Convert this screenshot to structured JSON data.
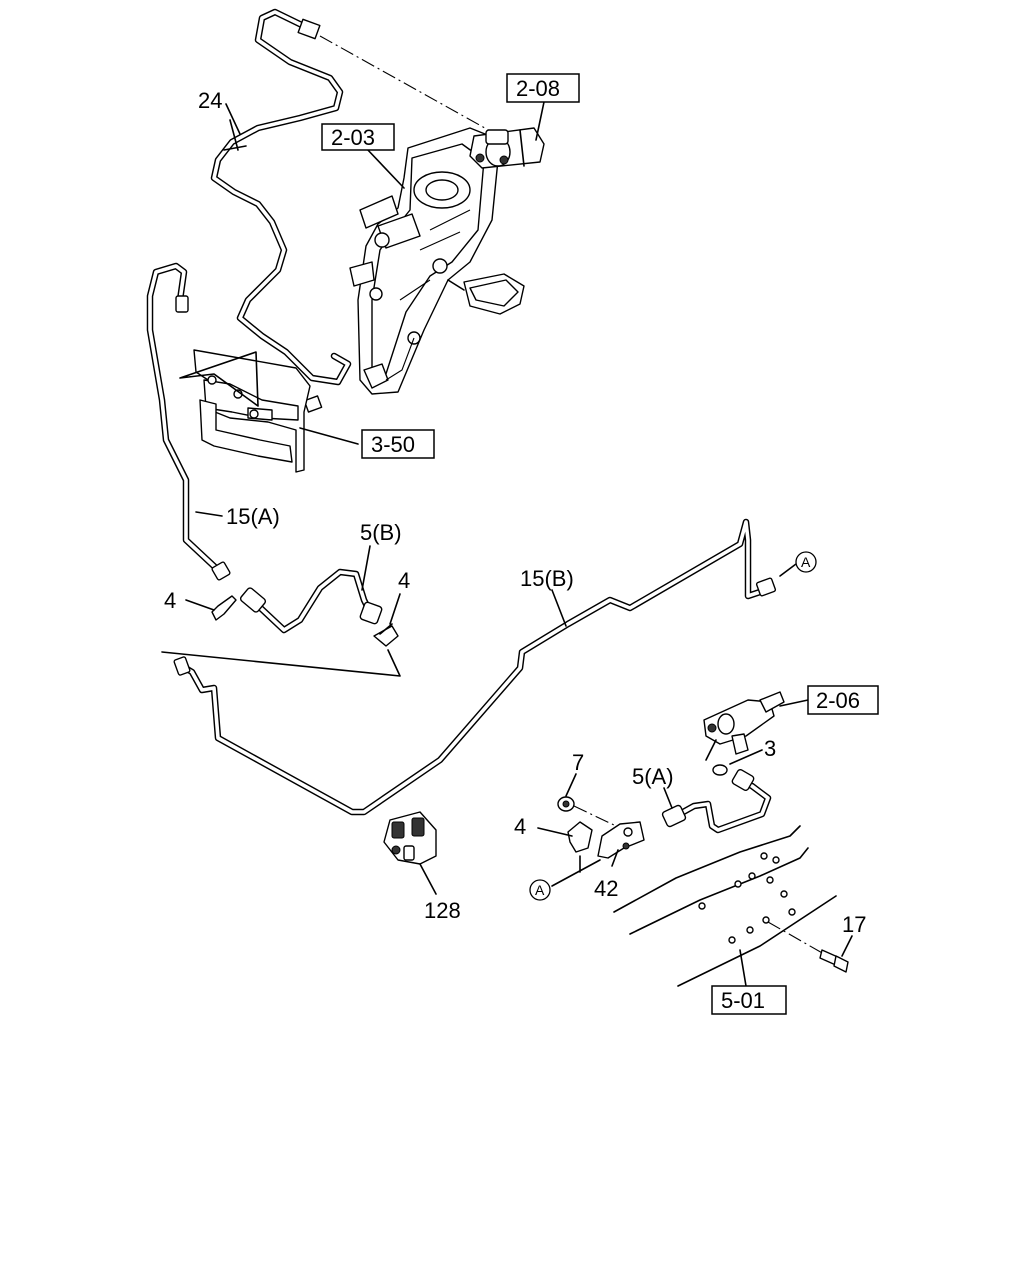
{
  "labels": {
    "l24": "24",
    "l203": "2-03",
    "l208": "2-08",
    "l350": "3-50",
    "l15a": "15(A)",
    "l5b": "5(B)",
    "l4a": "4",
    "l4b": "4",
    "l15b": "15(B)",
    "lA1": "A",
    "l206": "2-06",
    "l3": "3",
    "l7": "7",
    "l5a": "5(A)",
    "l4c": "4",
    "lA2": "A",
    "l42": "42",
    "l128": "128",
    "l17": "17",
    "l501": "5-01"
  }
}
